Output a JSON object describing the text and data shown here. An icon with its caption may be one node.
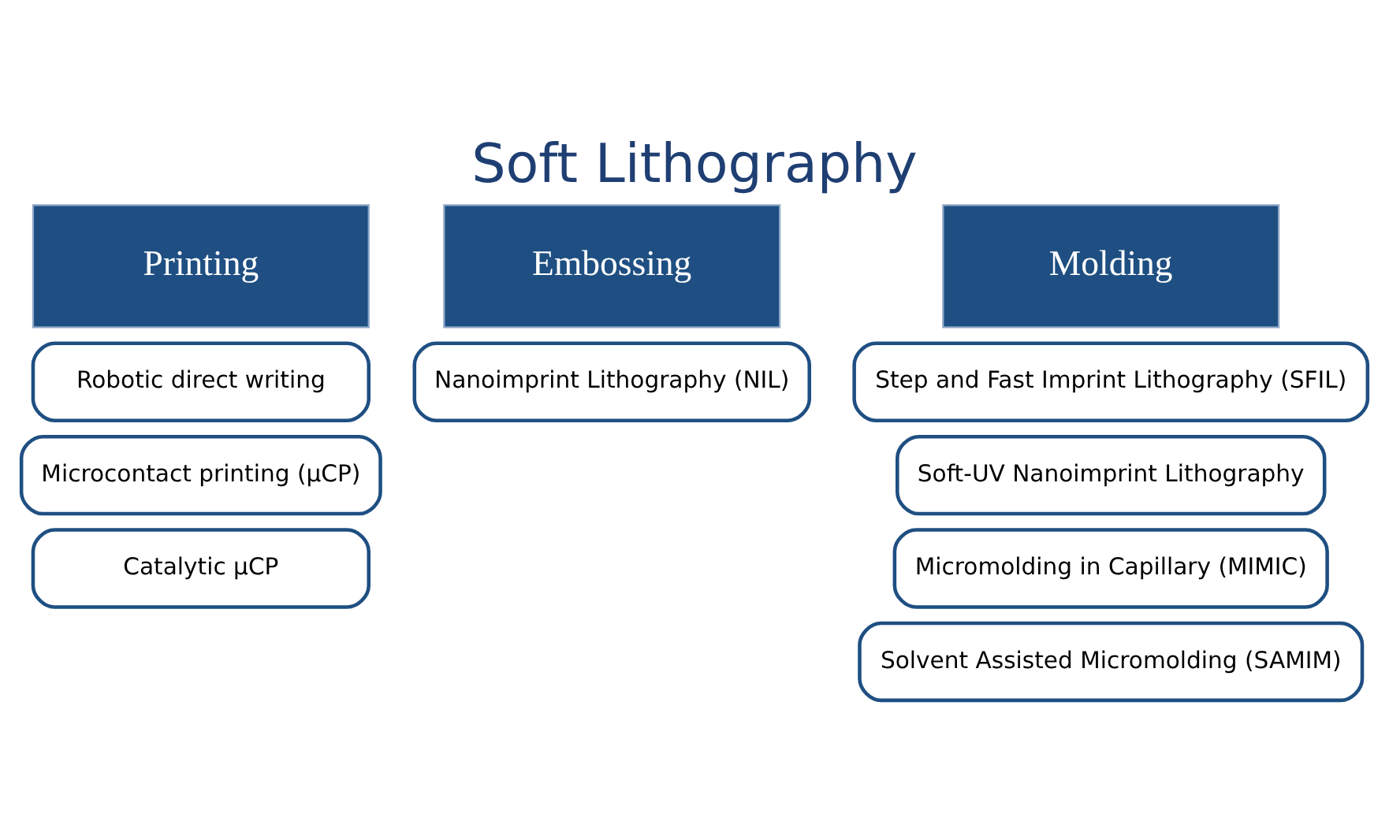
{
  "diagram": {
    "title": "Soft Lithography",
    "nodes": [
      {
        "text": [
          "Printing"
        ]
      },
      {
        "text": [
          "Embossing"
        ]
      },
      {
        "text": [
          "Molding"
        ]
      },
      {
        "text": [
          "Robotic direct writing"
        ]
      },
      {
        "text": [
          "Microcontact printing (μCP)"
        ]
      },
      {
        "text": [
          "Catalytic μCP"
        ]
      },
      {
        "text": [
          "Nanoimprint Lithography (NIL)"
        ]
      },
      {
        "text": [
          "Step and Fast Imprint Lithography (SFIL)"
        ]
      },
      {
        "text": [
          "Soft-UV Nanoimprint Lithography"
        ]
      },
      {
        "text": [
          "Micromolding in Capillary (MIMIC)"
        ]
      },
      {
        "text": [
          "Solvent Assisted Micromolding (SAMIM)"
        ]
      }
    ],
    "edges": []
  }
}
